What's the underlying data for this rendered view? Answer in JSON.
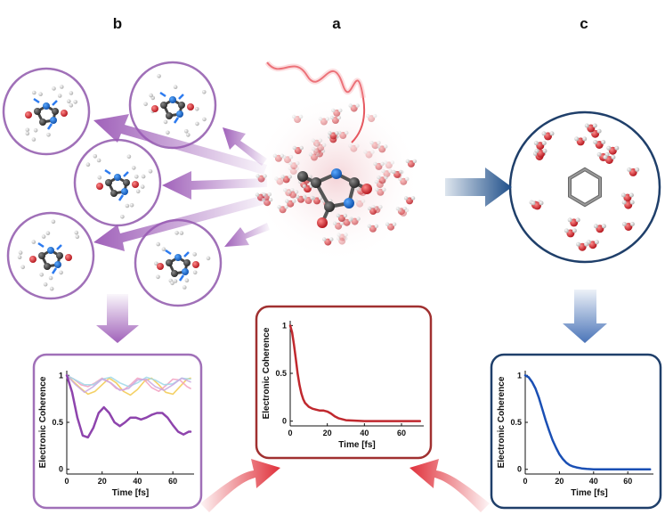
{
  "panels": {
    "a": "a",
    "b": "b",
    "c": "c"
  },
  "colors": {
    "purple": "#9b59b6",
    "purple_light": "#d7b8e6",
    "red": "#c0282e",
    "blue": "#1f4f8a",
    "blue_light": "#6f95c9"
  },
  "chart_data": [
    {
      "type": "line",
      "panel": "b",
      "xlabel": "Time [fs]",
      "ylabel": "Electronic Coherence",
      "xlim": [
        0,
        72
      ],
      "ylim": [
        -0.05,
        1.05
      ],
      "xticks": [
        0,
        20,
        40,
        60
      ],
      "yticks": [
        0,
        0.5,
        1
      ],
      "xtick_labels": [
        "0",
        "20",
        "40",
        "60"
      ],
      "ytick_labels": [
        "0",
        "0.5",
        "1"
      ],
      "series": [
        {
          "color": "#8e44ad",
          "x": [
            0,
            3,
            6,
            9,
            12,
            15,
            18,
            21,
            24,
            27,
            30,
            33,
            36,
            39,
            42,
            45,
            48,
            51,
            54,
            57,
            60,
            63,
            66,
            69,
            70
          ],
          "y": [
            1.0,
            0.82,
            0.55,
            0.36,
            0.34,
            0.44,
            0.6,
            0.66,
            0.6,
            0.5,
            0.46,
            0.5,
            0.55,
            0.55,
            0.53,
            0.55,
            0.58,
            0.6,
            0.6,
            0.55,
            0.47,
            0.4,
            0.37,
            0.4,
            0.4
          ]
        },
        {
          "color": "#f2c94c",
          "x": [
            0,
            4,
            8,
            12,
            16,
            20,
            24,
            28,
            32,
            36,
            40,
            44,
            48,
            52,
            56,
            60,
            64,
            68,
            70
          ],
          "y": [
            1.0,
            0.93,
            0.86,
            0.8,
            0.83,
            0.9,
            0.97,
            0.92,
            0.83,
            0.79,
            0.85,
            0.94,
            0.97,
            0.9,
            0.82,
            0.8,
            0.88,
            0.96,
            0.97
          ]
        },
        {
          "color": "#f29fbf",
          "x": [
            0,
            4,
            8,
            12,
            16,
            20,
            24,
            28,
            32,
            36,
            40,
            44,
            48,
            52,
            56,
            60,
            64,
            68,
            70
          ],
          "y": [
            1.0,
            0.96,
            0.9,
            0.88,
            0.92,
            0.97,
            0.93,
            0.86,
            0.84,
            0.9,
            0.97,
            0.95,
            0.87,
            0.83,
            0.89,
            0.96,
            0.95,
            0.88,
            0.86
          ]
        },
        {
          "color": "#9fd8e8",
          "x": [
            0,
            5,
            10,
            15,
            20,
            25,
            30,
            35,
            40,
            45,
            50,
            55,
            60,
            65,
            70
          ],
          "y": [
            1.0,
            0.95,
            0.9,
            0.9,
            0.96,
            0.98,
            0.92,
            0.88,
            0.92,
            0.98,
            0.95,
            0.9,
            0.91,
            0.97,
            0.96
          ]
        },
        {
          "color": "#c9a8e0",
          "x": [
            0,
            5,
            10,
            15,
            20,
            25,
            30,
            35,
            40,
            45,
            50,
            55,
            60,
            65,
            70
          ],
          "y": [
            1.0,
            0.9,
            0.82,
            0.88,
            0.96,
            0.92,
            0.84,
            0.86,
            0.95,
            0.96,
            0.88,
            0.84,
            0.9,
            0.97,
            0.93
          ]
        }
      ]
    },
    {
      "type": "line",
      "panel": "a",
      "xlabel": "Time [fs]",
      "ylabel": "Electronic Coherence",
      "xlim": [
        0,
        72
      ],
      "ylim": [
        -0.05,
        1.05
      ],
      "xticks": [
        0,
        20,
        40,
        60
      ],
      "yticks": [
        0,
        0.5,
        1
      ],
      "xtick_labels": [
        "0",
        "20",
        "40",
        "60"
      ],
      "ytick_labels": [
        "0",
        "0.5",
        "1"
      ],
      "series": [
        {
          "color": "#c0282e",
          "x": [
            0,
            1,
            2,
            3,
            4,
            5,
            6,
            7,
            8,
            10,
            12,
            14,
            16,
            18,
            20,
            22,
            24,
            26,
            30,
            35,
            40,
            50,
            60,
            70
          ],
          "y": [
            1.0,
            0.93,
            0.8,
            0.65,
            0.5,
            0.38,
            0.29,
            0.23,
            0.19,
            0.15,
            0.13,
            0.12,
            0.11,
            0.11,
            0.1,
            0.08,
            0.05,
            0.03,
            0.01,
            0.005,
            0.0,
            0.0,
            0.0,
            0.0
          ]
        }
      ]
    },
    {
      "type": "line",
      "panel": "c",
      "xlabel": "Time [fs]",
      "ylabel": "Electronic Coherence",
      "xlim": [
        0,
        75
      ],
      "ylim": [
        -0.05,
        1.05
      ],
      "xticks": [
        0,
        20,
        40,
        60
      ],
      "yticks": [
        0,
        0.5,
        1
      ],
      "xtick_labels": [
        "0",
        "20",
        "40",
        "60"
      ],
      "ytick_labels": [
        "0",
        "0.5",
        "1"
      ],
      "series": [
        {
          "color": "#1a4fb4",
          "x": [
            0,
            2,
            4,
            6,
            8,
            10,
            12,
            14,
            16,
            18,
            20,
            22,
            24,
            26,
            28,
            30,
            33,
            36,
            40,
            50,
            60,
            70,
            73
          ],
          "y": [
            1.0,
            0.98,
            0.93,
            0.86,
            0.76,
            0.64,
            0.52,
            0.41,
            0.31,
            0.23,
            0.16,
            0.11,
            0.07,
            0.045,
            0.03,
            0.02,
            0.01,
            0.005,
            0.0,
            0.0,
            0.0,
            0.0,
            0.0
          ]
        }
      ]
    }
  ]
}
